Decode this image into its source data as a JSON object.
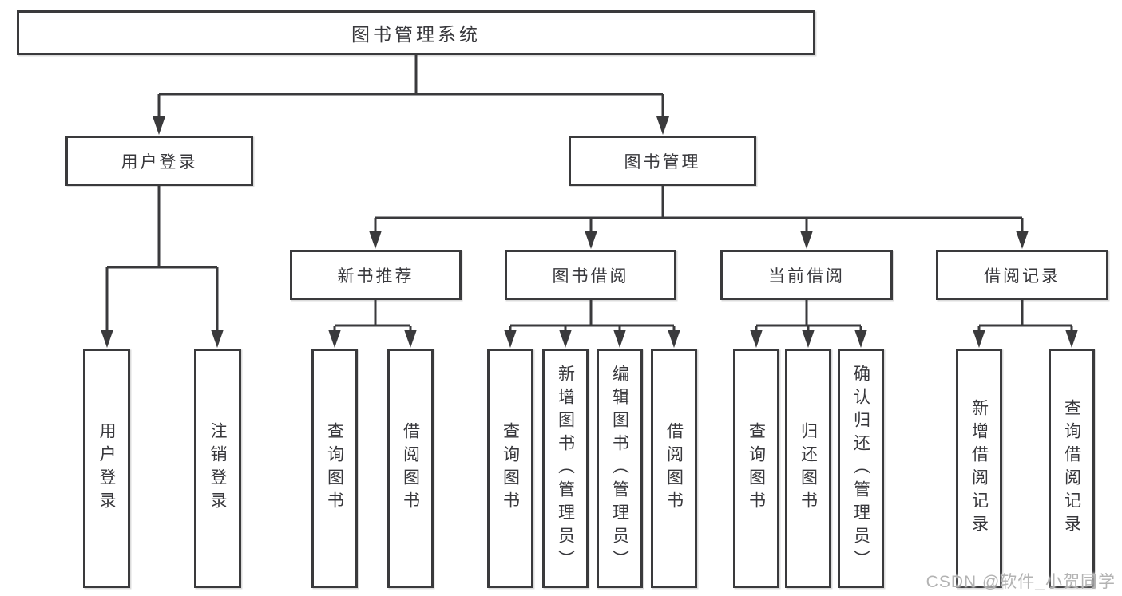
{
  "tree": {
    "root": {
      "label": "图书管理系统"
    },
    "login": {
      "label": "用户登录",
      "children": [
        {
          "label": "用户登录"
        },
        {
          "label": "注销登录"
        }
      ]
    },
    "mgmt": {
      "label": "图书管理",
      "children": [
        {
          "label": "新书推荐",
          "children": [
            {
              "label": "查询图书"
            },
            {
              "label": "借阅图书"
            }
          ]
        },
        {
          "label": "图书借阅",
          "children": [
            {
              "label": "查询图书"
            },
            {
              "label": "新增图书（管理员）"
            },
            {
              "label": "编辑图书（管理员）"
            },
            {
              "label": "借阅图书"
            }
          ]
        },
        {
          "label": "当前借阅",
          "children": [
            {
              "label": "查询图书"
            },
            {
              "label": "归还图书"
            },
            {
              "label": "确认归还（管理员）"
            }
          ]
        },
        {
          "label": "借阅记录",
          "children": [
            {
              "label": "新增借阅记录"
            },
            {
              "label": "查询借阅记录"
            }
          ]
        }
      ]
    }
  },
  "watermark": "CSDN @软件_小贺同学",
  "colors": {
    "line": "#3a3a3c",
    "box_border": "#3a3a3c",
    "text": "#38383c",
    "watermark": "#b3b3b3",
    "background": "#ffffff"
  }
}
